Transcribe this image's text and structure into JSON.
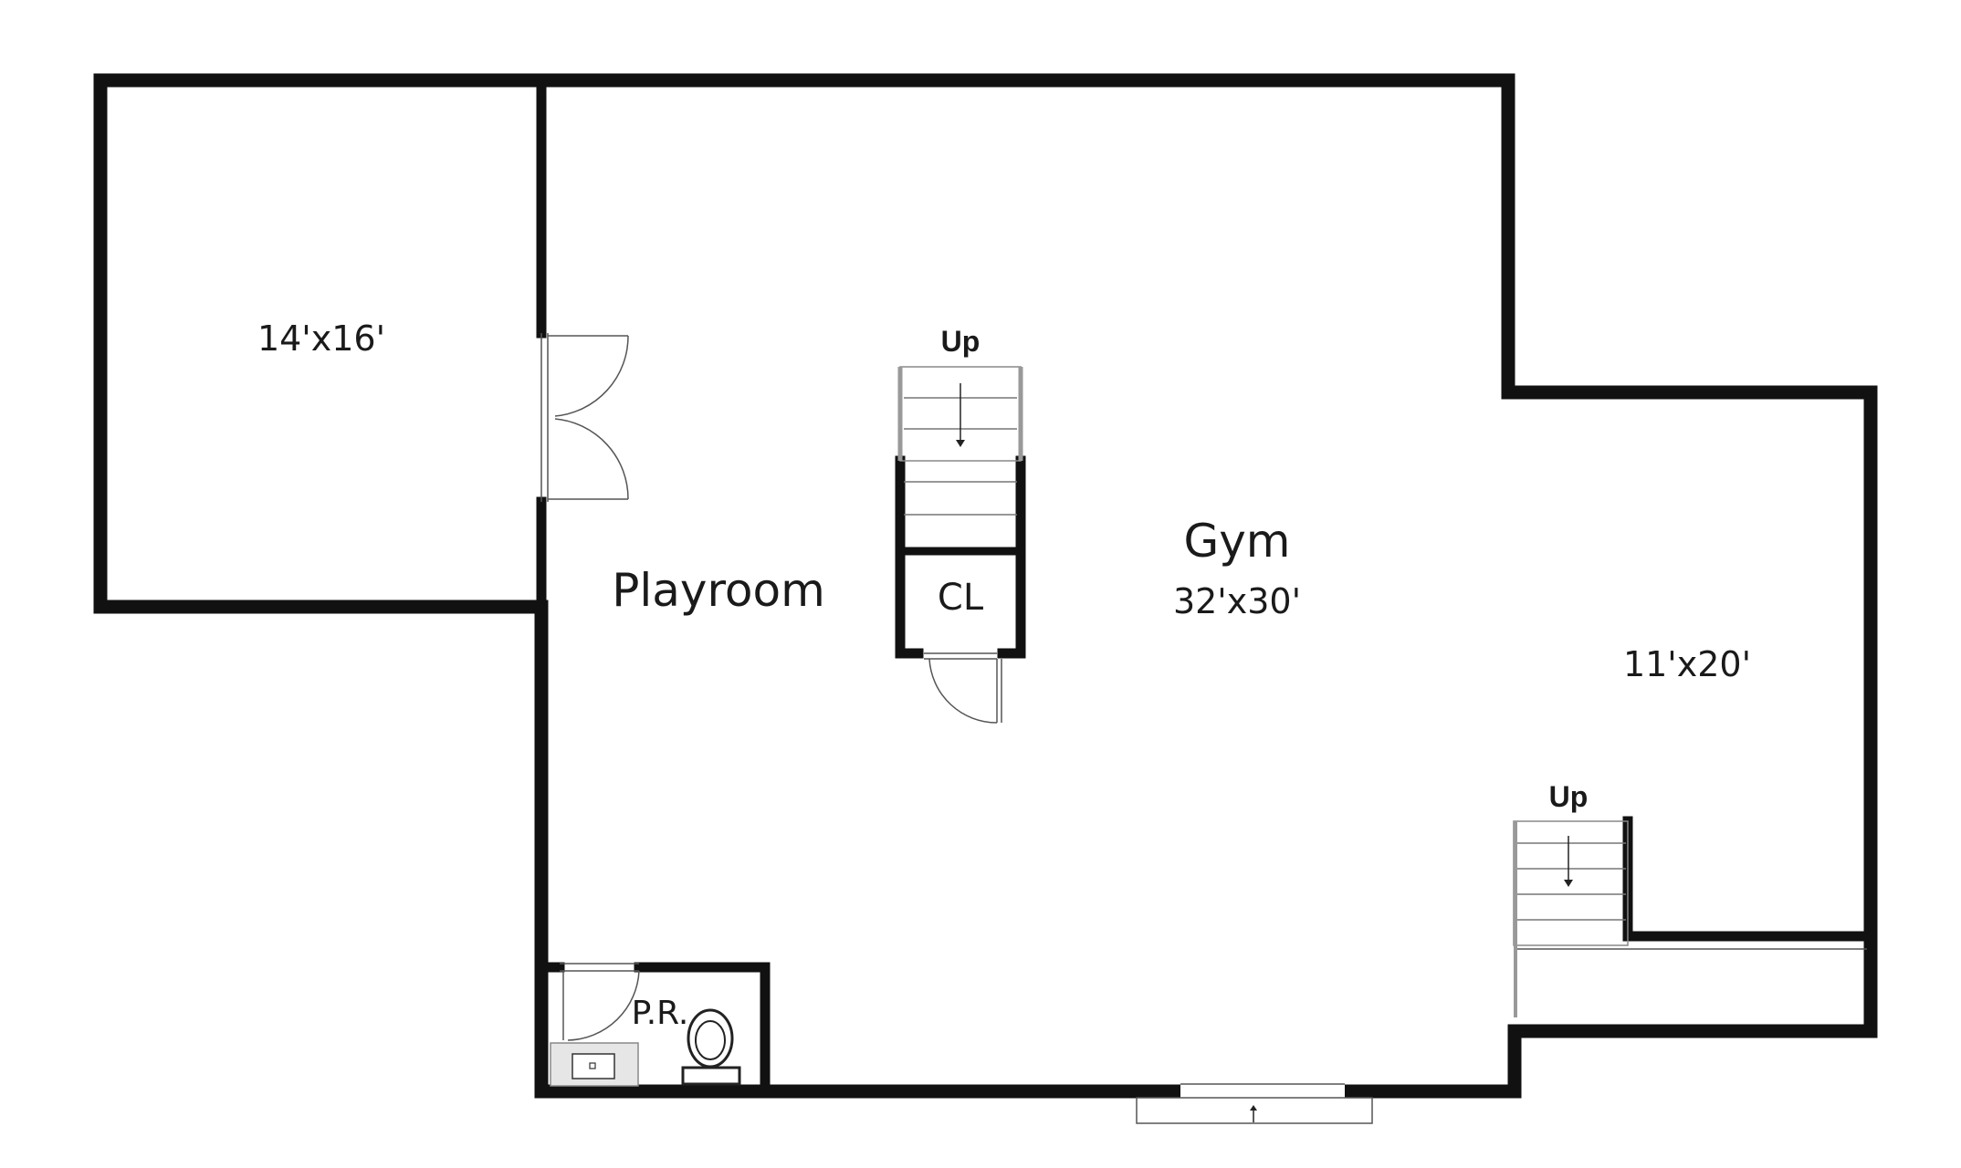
{
  "rooms": {
    "bedroom_left": {
      "dimensions": "14'x16'"
    },
    "playroom": {
      "name": "Playroom"
    },
    "gym": {
      "name": "Gym",
      "dimensions": "32'x30'"
    },
    "closet": {
      "name": "CL"
    },
    "right_room": {
      "dimensions": "11'x20'"
    },
    "powder_room": {
      "name": "P.R."
    }
  },
  "stairs": {
    "center": {
      "label": "Up"
    },
    "right": {
      "label": "Up"
    }
  },
  "colors": {
    "wall": "#111111",
    "background": "#ffffff",
    "fixture_fill": "#e6e6e6"
  }
}
